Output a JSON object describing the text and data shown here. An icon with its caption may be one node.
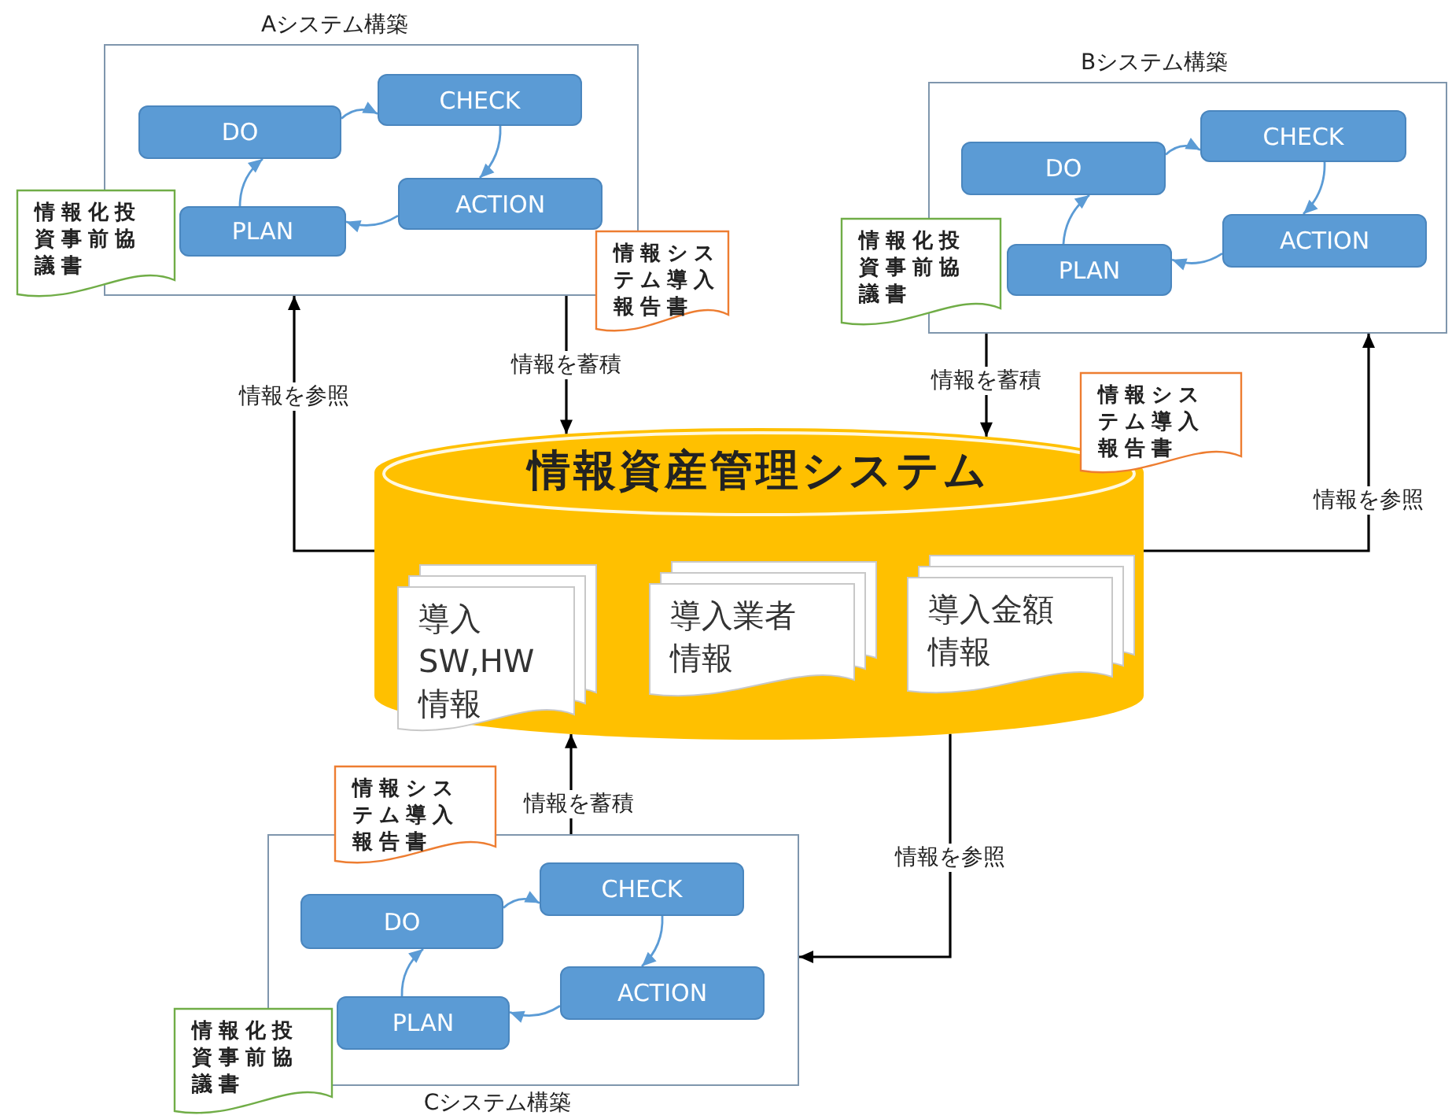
{
  "diagram": {
    "nodes": [
      {
        "text": [
          "Aシステム構築"
        ]
      },
      {
        "text": [
          "DO"
        ],
        "in": 0
      },
      {
        "text": [
          "CHECK"
        ],
        "in": 0
      },
      {
        "text": [
          "ACTION"
        ],
        "in": 0
      },
      {
        "text": [
          "PLAN"
        ],
        "in": 0
      },
      {
        "text": [
          "情報化投資事前協議書"
        ]
      },
      {
        "text": [
          "情報システム導入報告書"
        ]
      },
      {
        "text": [
          "Bシステム構築"
        ]
      },
      {
        "text": [
          "DO"
        ],
        "in": 7
      },
      {
        "text": [
          "CHECK"
        ],
        "in": 7
      },
      {
        "text": [
          "ACTION"
        ],
        "in": 7
      },
      {
        "text": [
          "PLAN"
        ],
        "in": 7
      },
      {
        "text": [
          "情報化投資事前協議書"
        ]
      },
      {
        "text": [
          "情報システム導入報告書"
        ]
      },
      {
        "text": [
          "情報資産管理システム"
        ]
      },
      {
        "text": [
          "導入SW,HW情報"
        ],
        "in": 14
      },
      {
        "text": [
          "導入業者情報"
        ],
        "in": 14
      },
      {
        "text": [
          "導入金額情報"
        ],
        "in": 14
      },
      {
        "text": [
          "Cシステム構築"
        ]
      },
      {
        "text": [
          "DO"
        ],
        "in": 18
      },
      {
        "text": [
          "CHECK"
        ],
        "in": 18
      },
      {
        "text": [
          "ACTION"
        ],
        "in": 18
      },
      {
        "text": [
          "PLAN"
        ],
        "in": 18
      },
      {
        "text": [
          "情報システム導入報告書"
        ]
      },
      {
        "text": [
          "情報化投資事前協議書"
        ]
      }
    ],
    "edges": [
      {
        "from": 1,
        "to": 2,
        "arrow": "to"
      },
      {
        "from": 2,
        "to": 3,
        "arrow": "to"
      },
      {
        "from": 3,
        "to": 4,
        "arrow": "to"
      },
      {
        "from": 4,
        "to": 1,
        "arrow": "to"
      },
      {
        "from": 8,
        "to": 9,
        "arrow": "to"
      },
      {
        "from": 9,
        "to": 10,
        "arrow": "to"
      },
      {
        "from": 10,
        "to": 11,
        "arrow": "to"
      },
      {
        "from": 11,
        "to": 8,
        "arrow": "to"
      },
      {
        "from": 19,
        "to": 20,
        "arrow": "to"
      },
      {
        "from": 20,
        "to": 21,
        "arrow": "to"
      },
      {
        "from": 21,
        "to": 22,
        "arrow": "to"
      },
      {
        "from": 22,
        "to": 19,
        "arrow": "to"
      },
      {
        "from": 0,
        "to": 14,
        "arrow": "to",
        "label": "情報を蓄積",
        "color": "#000000"
      },
      {
        "from": 14,
        "to": 0,
        "arrow": "to",
        "label": "情報を参照",
        "color": "#000000"
      },
      {
        "from": 7,
        "to": 14,
        "arrow": "to",
        "label": "情報を蓄積",
        "color": "#000000"
      },
      {
        "from": 14,
        "to": 7,
        "arrow": "to",
        "label": "情報を参照",
        "color": "#000000"
      },
      {
        "from": 18,
        "to": 14,
        "arrow": "to",
        "label": "情報を蓄積",
        "color": "#000000"
      },
      {
        "from": 14,
        "to": 18,
        "arrow": "to",
        "label": "情報を参照",
        "color": "#000000"
      }
    ]
  }
}
